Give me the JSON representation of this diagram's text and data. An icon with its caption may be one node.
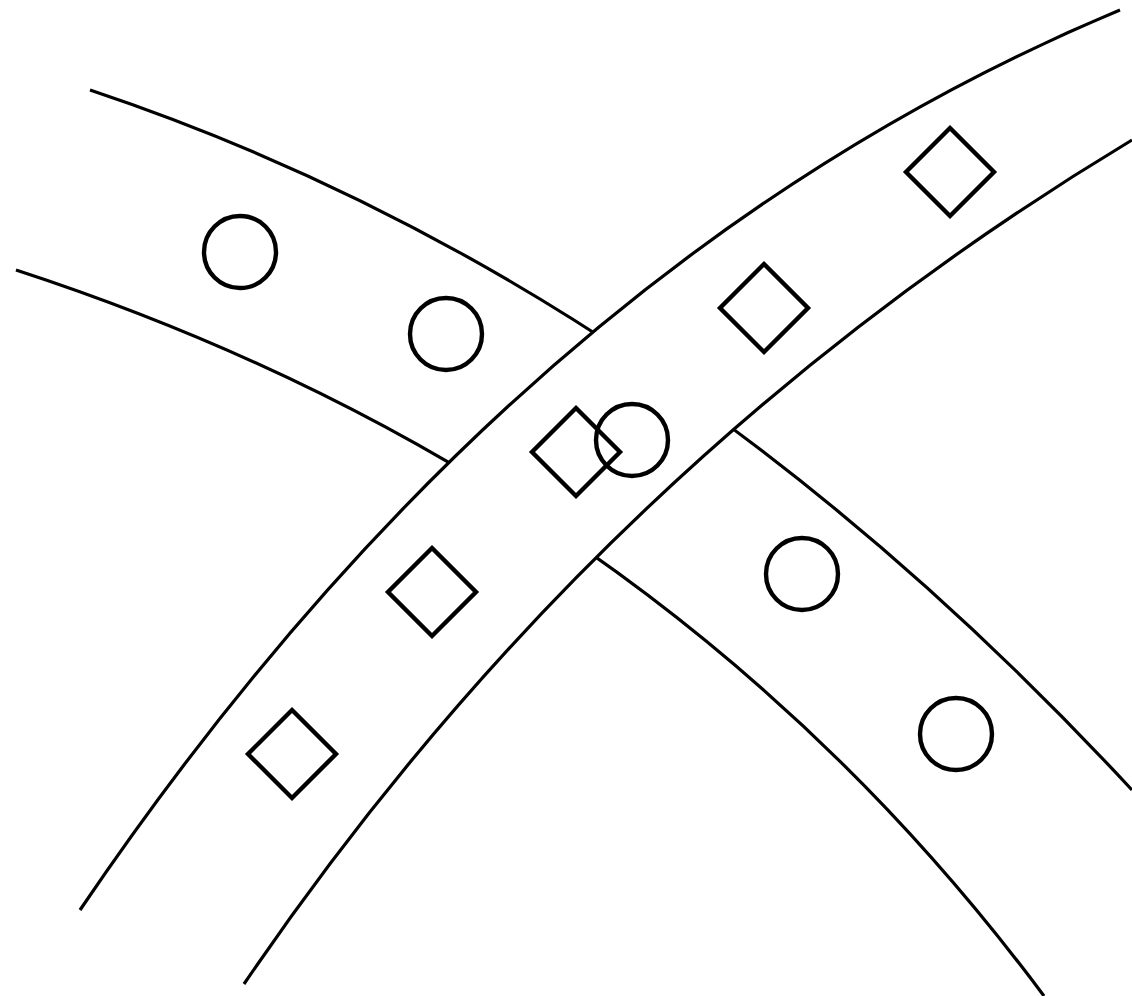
{
  "diagram": {
    "nodes": [
      {
        "text": [],
        "shape": "circle"
      },
      {
        "text": [],
        "shape": "circle"
      },
      {
        "text": [],
        "shape": "circle"
      },
      {
        "text": [],
        "shape": "circle"
      },
      {
        "text": [],
        "shape": "circle"
      },
      {
        "text": [],
        "shape": "diamond"
      },
      {
        "text": [],
        "shape": "diamond"
      },
      {
        "text": [],
        "shape": "diamond"
      },
      {
        "text": [],
        "shape": "diamond"
      },
      {
        "text": [],
        "shape": "diamond"
      }
    ]
  }
}
